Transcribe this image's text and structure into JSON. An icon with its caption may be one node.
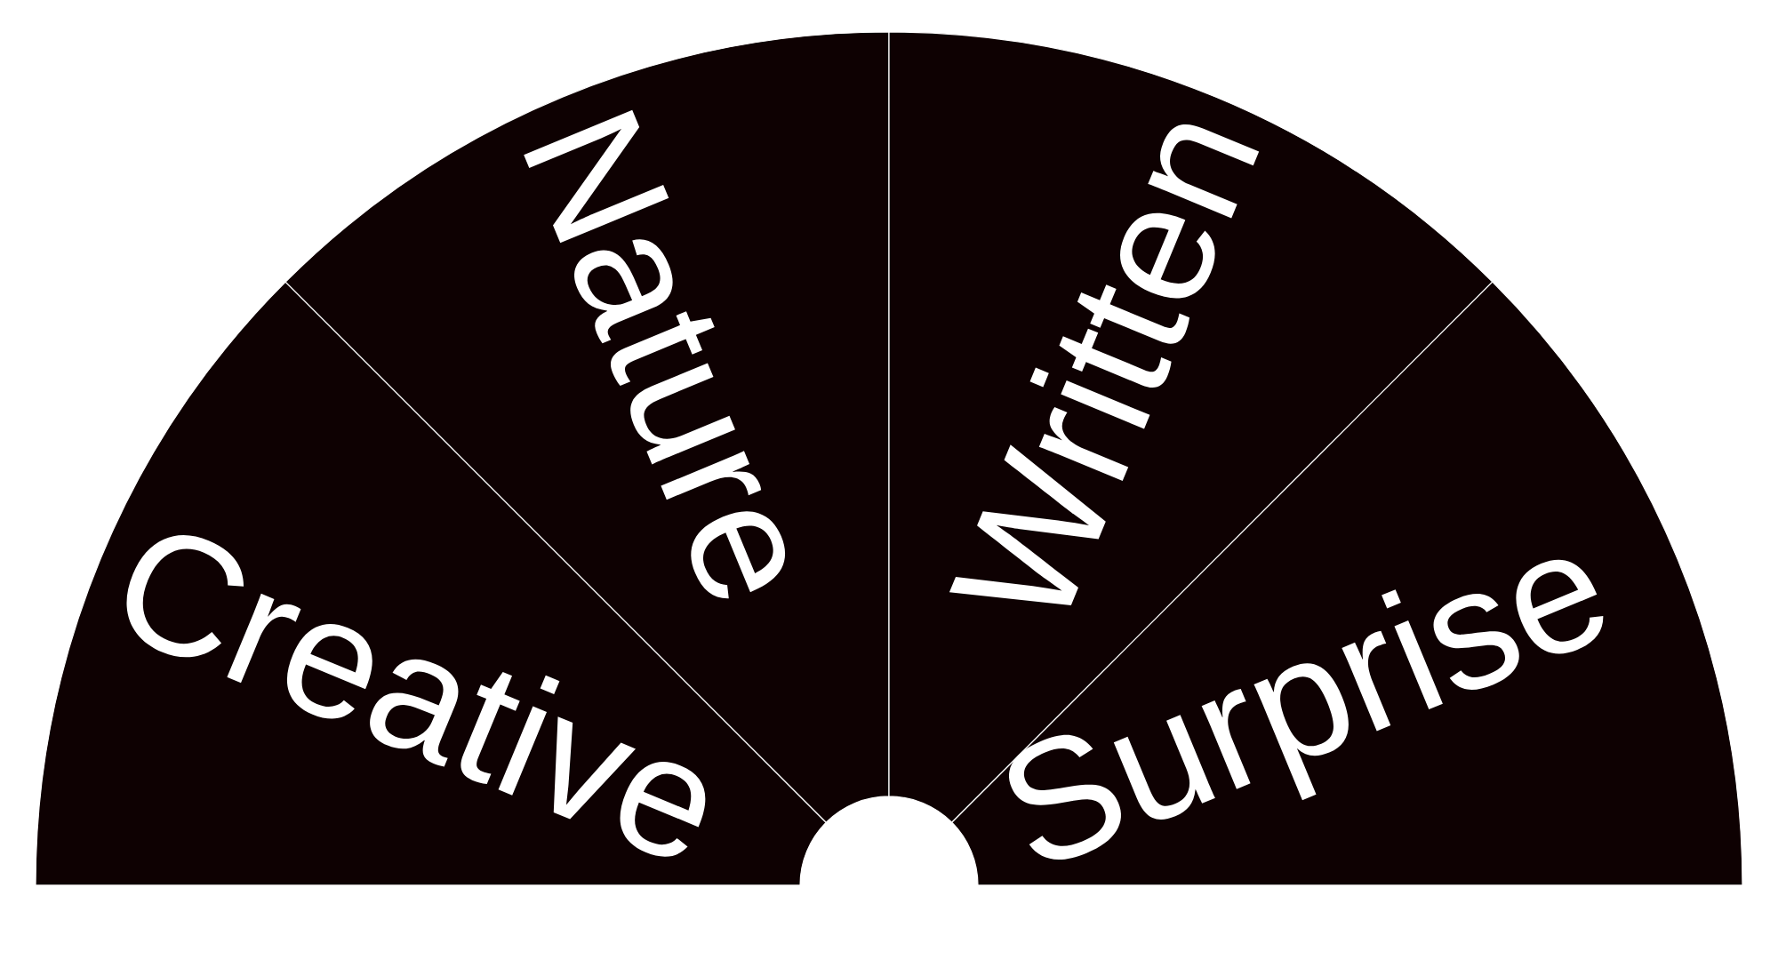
{
  "diagram": {
    "nodes": [
      {
        "text": [
          "Creative"
        ]
      },
      {
        "text": [
          "Nature"
        ]
      },
      {
        "text": [
          "Written"
        ]
      },
      {
        "text": [
          "Surprise"
        ]
      }
    ]
  }
}
